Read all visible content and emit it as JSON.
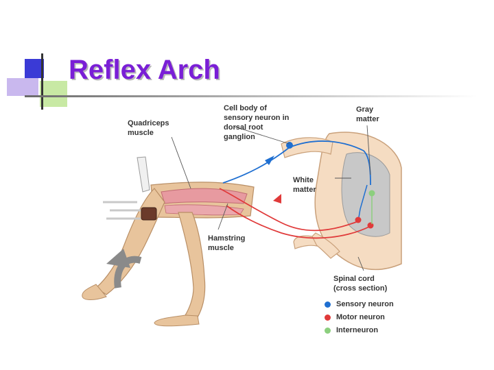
{
  "title": "Reflex Arch",
  "labels": {
    "quadriceps": "Quadriceps\nmuscle",
    "cell_body": "Cell body of\nsensory neuron in\ndorsal root\nganglion",
    "gray_matter": "Gray\nmatter",
    "white_matter": "White\nmatter",
    "hamstring": "Hamstring\nmuscle",
    "spinal_cord": "Spinal cord\n(cross section)"
  },
  "legend": [
    {
      "label": "Sensory neuron",
      "color": "#1f6fd1"
    },
    {
      "label": "Motor neuron",
      "color": "#e03a3a"
    },
    {
      "label": "Interneuron",
      "color": "#8ccf7e"
    }
  ],
  "colors": {
    "title": "#7a1fd6",
    "deco_blue": "#3a3ad6",
    "deco_lavender": "#c9b8ee",
    "deco_green": "#9fd46b",
    "skin": "#e8c49c",
    "muscle": "#e79aa0",
    "gray_matter": "#c8c8c8"
  }
}
